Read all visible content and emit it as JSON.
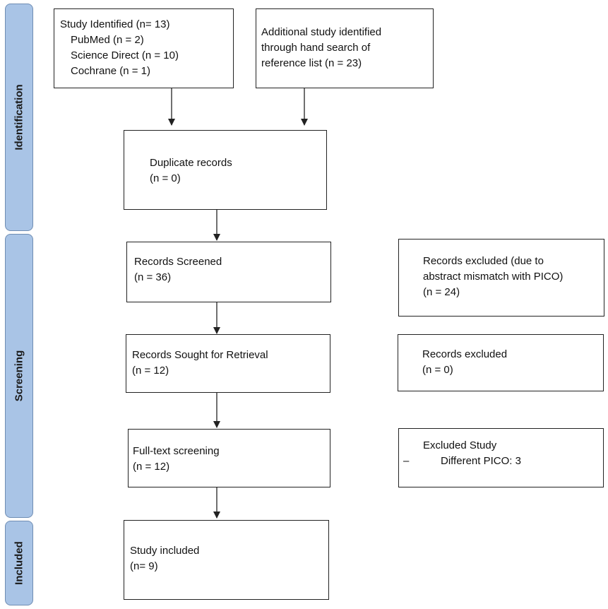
{
  "phases": {
    "identification": "Identification",
    "screening": "Screening",
    "included": "Included"
  },
  "boxes": {
    "study_identified": {
      "title": "Study Identified (n= 13)",
      "sources": [
        "PubMed (n = 2)",
        "Science Direct (n = 10)",
        "Cochrane (n = 1)"
      ]
    },
    "additional": {
      "lines": [
        "Additional study identified",
        "through hand search of",
        "reference list (n = 23)"
      ]
    },
    "duplicates": {
      "title": "Duplicate records",
      "count": "(n = 0)"
    },
    "screened": {
      "title": "Records Screened",
      "count": "(n = 36)"
    },
    "excluded_abstract": {
      "lines": [
        "Records excluded (due to",
        "abstract mismatch with PICO)",
        "(n = 24)"
      ]
    },
    "sought": {
      "title": "Records Sought for Retrieval",
      "count": "(n = 12)"
    },
    "excluded_retrieval": {
      "title": "Records excluded",
      "count": "(n = 0)"
    },
    "fulltext": {
      "title": "Full-text screening",
      "count": "(n = 12)"
    },
    "excluded_study": {
      "title": "Excluded Study",
      "bullet": "–",
      "item": "Different PICO: 3"
    },
    "included": {
      "title": "Study included",
      "count": "(n= 9)"
    }
  }
}
